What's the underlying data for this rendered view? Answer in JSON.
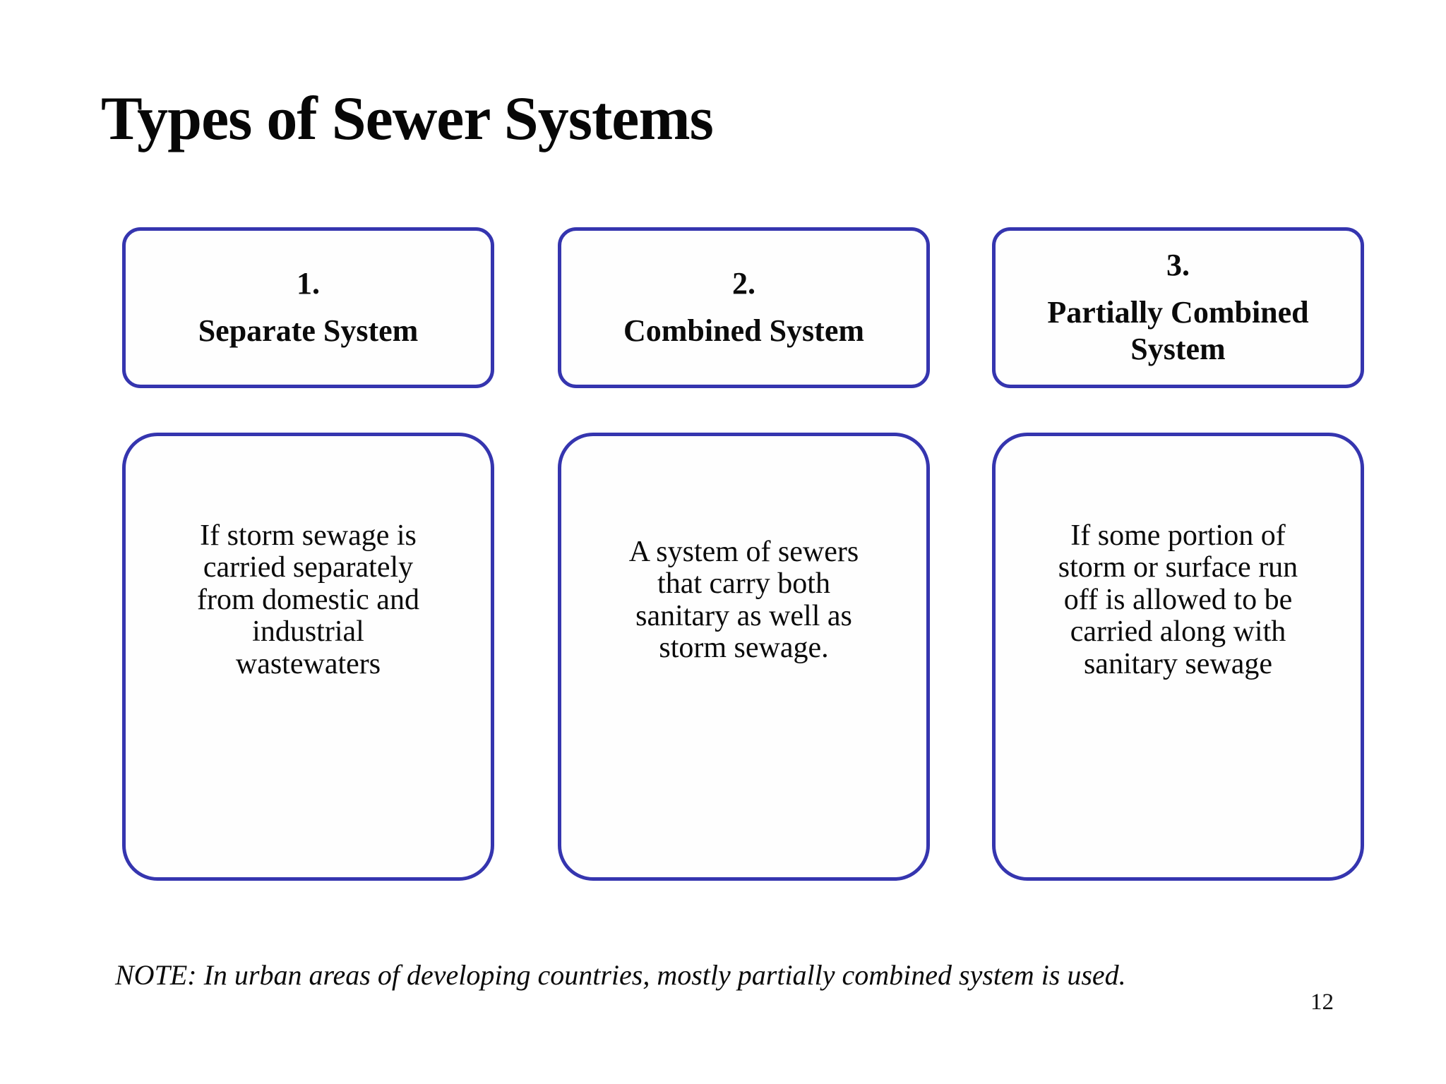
{
  "slide": {
    "title": "Types of Sewer Systems",
    "accent_color": "#3535af",
    "columns": [
      {
        "number": "1.",
        "name": "Separate System",
        "description": "If storm sewage is\ncarried separately\nfrom domestic and\nindustrial\nwastewaters"
      },
      {
        "number": "2.",
        "name": "Combined System",
        "description": "A system of sewers\nthat carry both\nsanitary as well as\nstorm sewage."
      },
      {
        "number": "3.",
        "name": "Partially Combined\nSystem",
        "description": "If some portion of\nstorm or surface run\noff is allowed to be\ncarried along with\nsanitary sewage"
      }
    ],
    "note": "NOTE: In urban areas of developing countries, mostly partially combined system is used.",
    "page_number": "12"
  }
}
